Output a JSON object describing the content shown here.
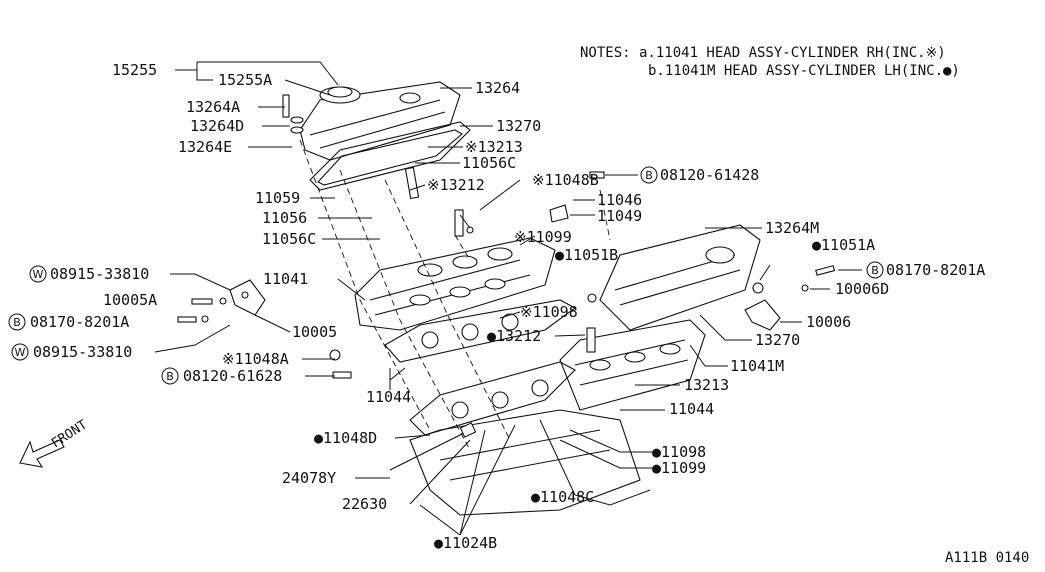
{
  "notes": {
    "line1": "NOTES: a.11041  HEAD ASSY-CYLINDER RH(INC.※)",
    "line2": "b.11041M HEAD ASSY-CYLINDER LH(INC.●)"
  },
  "labels": {
    "p15255": "15255",
    "p15255A": "15255A",
    "p13264": "13264",
    "p13264A": "13264A",
    "p13264D": "13264D",
    "p13264E": "13264E",
    "p13270_top": "13270",
    "p13213_rh": "※13213",
    "p11056C_top": "11056C",
    "p11059": "11059",
    "p13212_rh": "※13212",
    "p11048B": "※11048B",
    "p08120_61428": "08120-61428",
    "p11046": "11046",
    "p11049": "11049",
    "p11056": "11056",
    "p11056C": "11056C",
    "p11099_rh": "※11099",
    "p13264M": "13264M",
    "p11051A": "●11051A",
    "p11051B": "●11051B",
    "p08915_33810_top": "08915-33810",
    "p11041": "11041",
    "p08170_8201A_right": "08170-8201A",
    "p10006D": "10006D",
    "p10005A": "10005A",
    "p08170_8201A_left": "08170-8201A",
    "p10005": "10005",
    "p11098_rh": "※11098",
    "p10006": "10006",
    "p13212_lh": "●13212",
    "p13270_lh": "13270",
    "p08915_33810_bot": "08915-33810",
    "p11048A": "※11048A",
    "p11041M": "11041M",
    "p08120_61628": "08120-61628",
    "p13213_lh": "13213",
    "p11044_left": "11044",
    "p11044_right": "11044",
    "p11048D": "●11048D",
    "p11098_lh": "●11098",
    "p11099_lh": "●11099",
    "p24078Y": "24078Y",
    "p11048C": "●11048C",
    "p22630": "22630",
    "p11024B": "●11024B",
    "front": "FRONT",
    "diagram_code": "A111B 0140"
  },
  "circle_letters": {
    "w": "W",
    "b": "B"
  }
}
